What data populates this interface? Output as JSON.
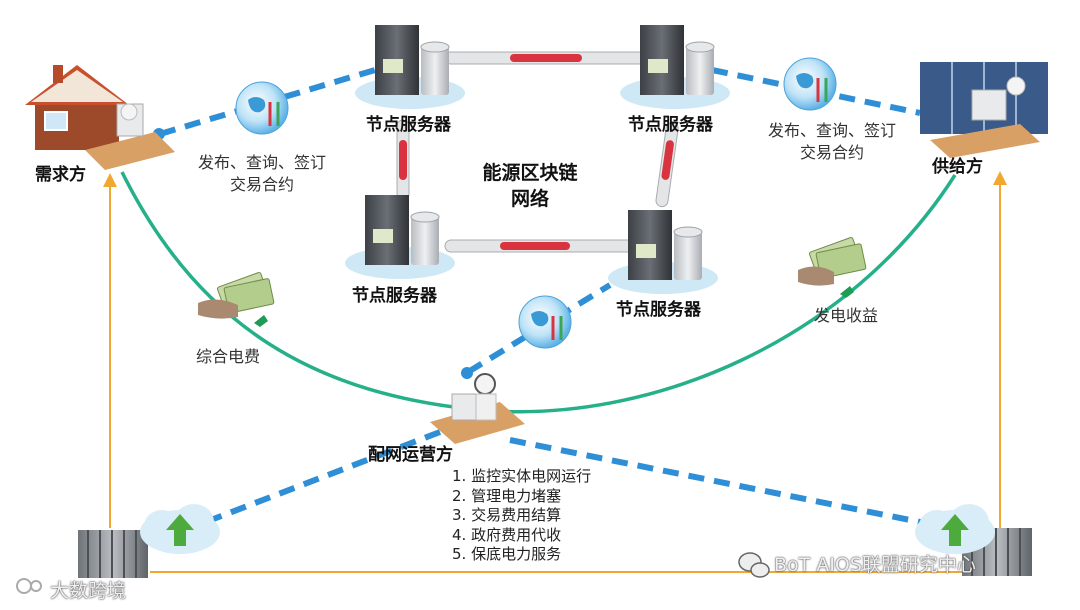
{
  "diagram": {
    "center_title_line1": "能源区块链",
    "center_title_line2": "网络",
    "node_server_label": "节点服务器",
    "demand_label": "需求方",
    "supply_label": "供给方",
    "operator_label": "配网运营方",
    "contract_left_line1": "发布、查询、签订",
    "contract_left_line2": "交易合约",
    "contract_right_line1": "发布、查询、签订",
    "contract_right_line2": "交易合约",
    "fee_label": "综合电费",
    "revenue_label": "发电收益",
    "operator_duties": [
      "1. 监控实体电网运行",
      "2. 管理电力堵塞",
      "3. 交易费用结算",
      "4. 政府费用代收",
      "5. 保底电力服务"
    ]
  },
  "watermarks": {
    "left": "大数跨境",
    "right": "BoT AIOS联盟研究中心"
  },
  "colors": {
    "dashed_link": "#2f8fd6",
    "money_curve": "#26b08a",
    "power_line": "#f0a830",
    "chain_link": "#d9333f"
  }
}
